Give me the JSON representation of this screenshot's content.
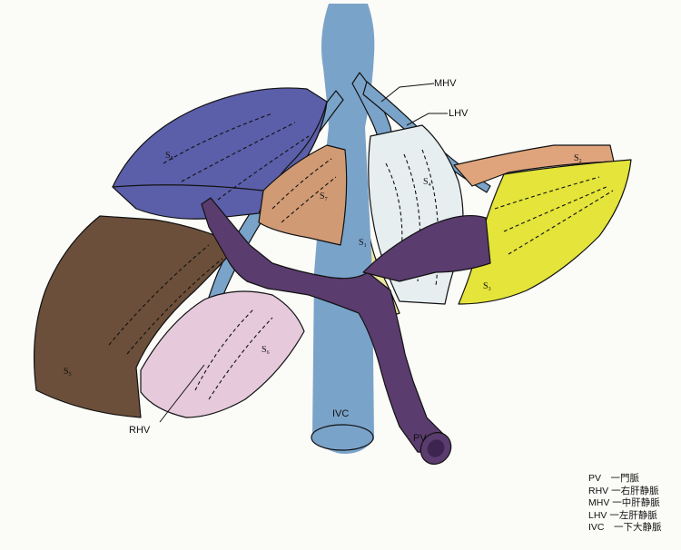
{
  "labels": {
    "mhv": "MHV",
    "lhv": "LHV",
    "rhv": "RHV",
    "ivc": "IVC",
    "pv": "PV"
  },
  "segments": {
    "s1": {
      "main": "S",
      "sub": "1"
    },
    "s2": {
      "main": "S",
      "sub": "2"
    },
    "s3": {
      "main": "S",
      "sub": "3"
    },
    "s4": {
      "main": "S",
      "sub": "4"
    },
    "s5": {
      "main": "S",
      "sub": "5"
    },
    "s6": {
      "main": "S",
      "sub": "6"
    },
    "s7": {
      "main": "S",
      "sub": "7"
    },
    "s8": {
      "main": "S",
      "sub": "8"
    }
  },
  "legend": [
    "PV　一門脈",
    "RHV 一右肝静脈",
    "MHV 一中肝静脈",
    "LHV 一左肝静脈",
    "IVC　一下大静脈"
  ],
  "colors": {
    "ivc": "#7aa3c9",
    "pv": "#5b3c6e",
    "s8": "#5b5ea8",
    "s7": "#cf9a74",
    "s5": "#6b4f3a",
    "s6": "#e6cadc",
    "s4": "#e6eef0",
    "s2": "#dfa47c",
    "s3": "#e4e43a",
    "s1": "#ece7a2"
  }
}
